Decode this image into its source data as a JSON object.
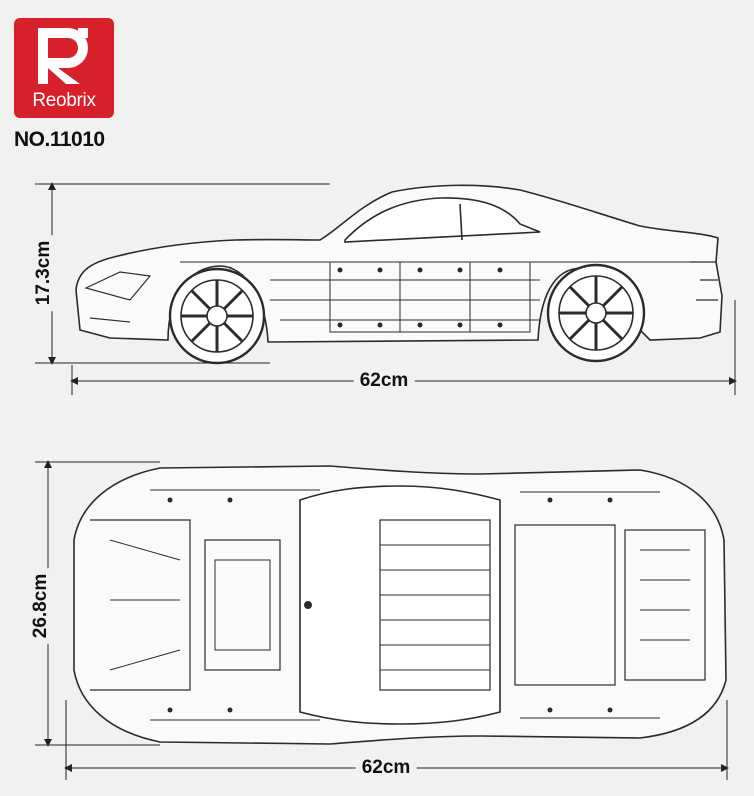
{
  "brand": {
    "name": "Reobrix",
    "color": "#d8202a"
  },
  "model_number": "NO.11010",
  "dimensions": {
    "height": "17.3cm",
    "side_length": "62cm",
    "width": "26.8cm",
    "top_length": "62cm"
  }
}
